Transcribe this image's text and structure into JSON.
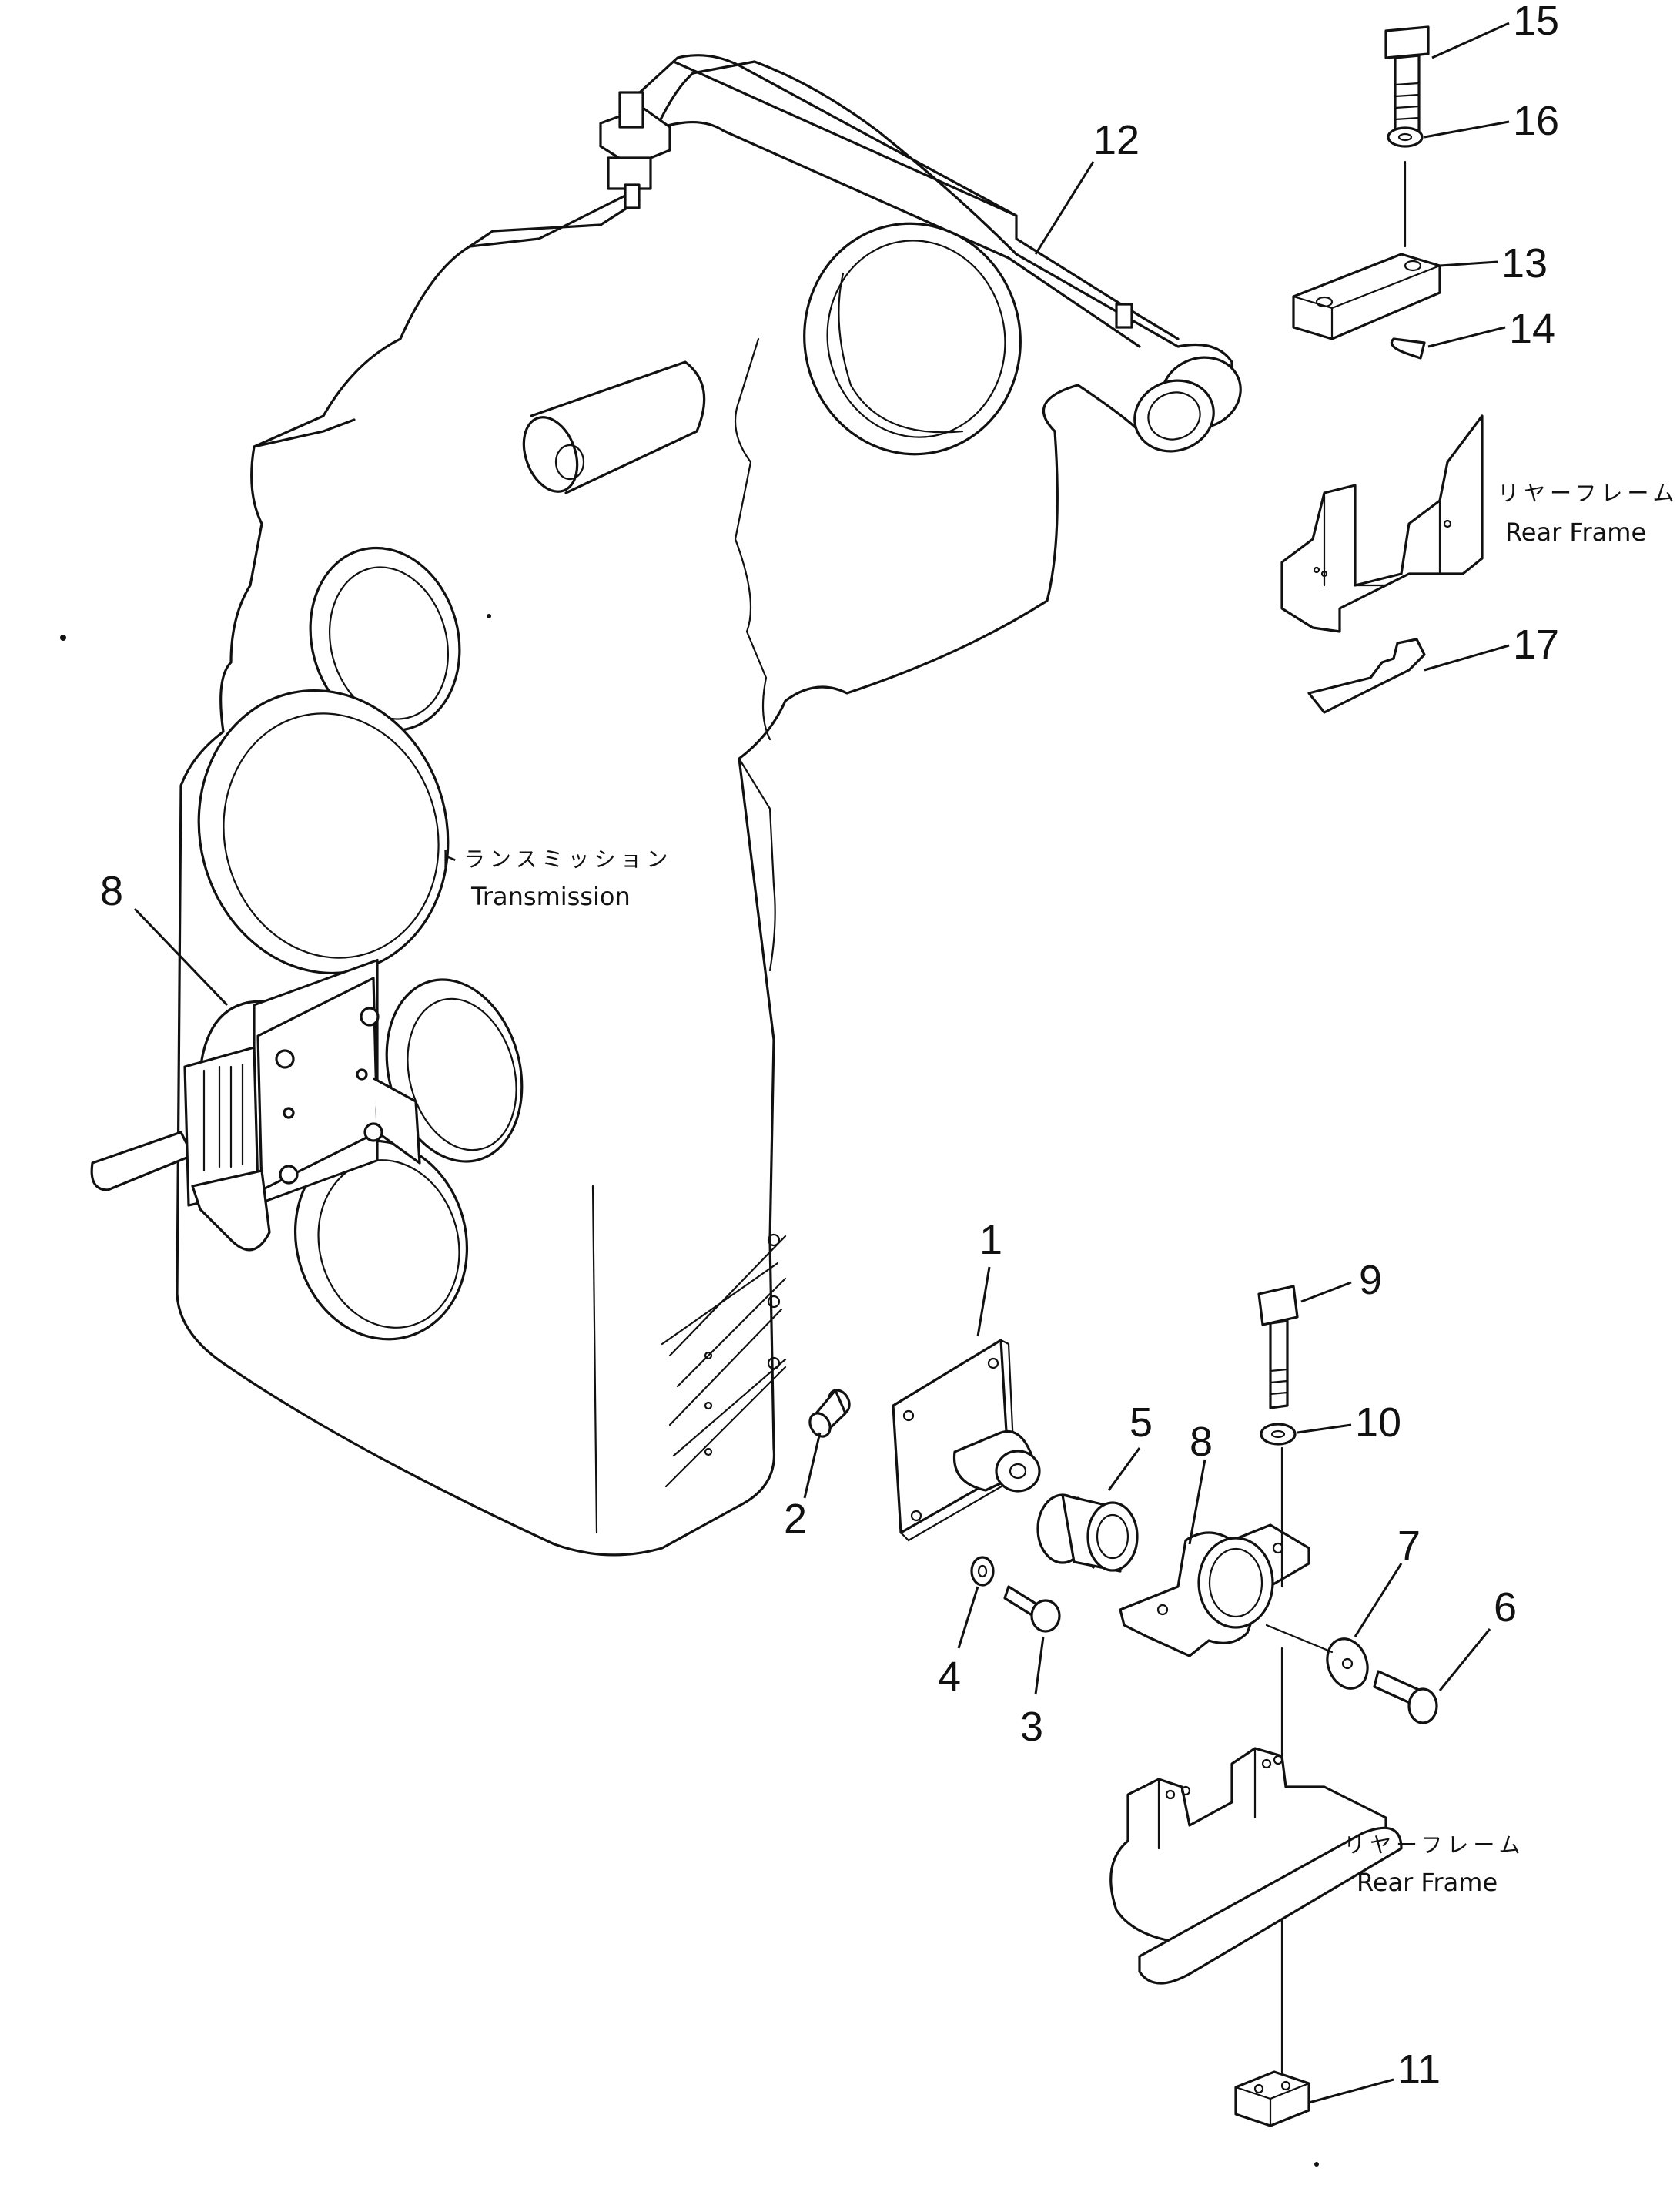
{
  "labels": {
    "transmission_jp": "トランスミッション",
    "transmission_en": "Transmission",
    "rear_frame_top_jp": "リヤーフレーム",
    "rear_frame_top_en": "Rear Frame",
    "rear_frame_bottom_jp": "リヤーフレーム",
    "rear_frame_bottom_en": "Rear Frame"
  },
  "callouts": {
    "p1": "1",
    "p2": "2",
    "p3": "3",
    "p4": "4",
    "p5": "5",
    "p6": "6",
    "p7": "7",
    "p8a": "8",
    "p8b": "8",
    "p9": "9",
    "p10": "10",
    "p11": "11",
    "p12": "12",
    "p13": "13",
    "p14": "14",
    "p15": "15",
    "p16": "16",
    "p17": "17"
  }
}
